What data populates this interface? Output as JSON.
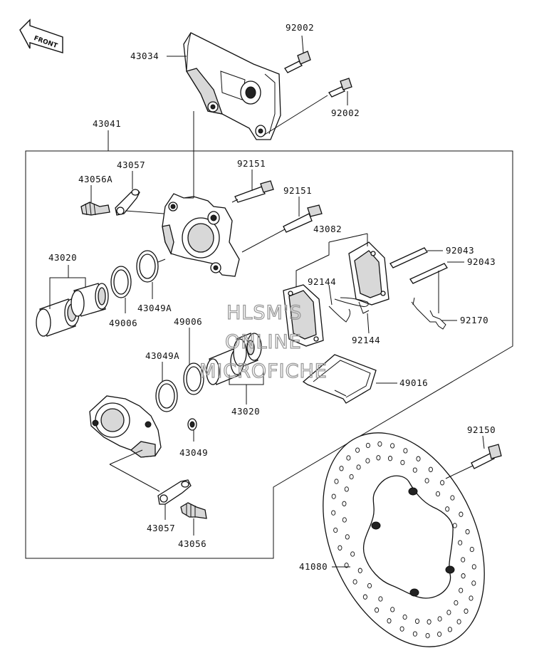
{
  "watermark": {
    "line1": "HLSM'S",
    "line2": "ONLINE",
    "line3": "MICROFICHE"
  },
  "front_badge": "FRONT",
  "labels": {
    "p92002a": "92002",
    "p43034": "43034",
    "p92002b": "92002",
    "p43041": "43041",
    "p43057a": "43057",
    "p43056A": "43056A",
    "p92151a": "92151",
    "p92151b": "92151",
    "p43082": "43082",
    "p43020a": "43020",
    "p92043a": "92043",
    "p92043b": "92043",
    "p92144a": "92144",
    "p43049Aa": "43049A",
    "p49006a": "49006",
    "p92144b": "92144",
    "p92170": "92170",
    "p49006b": "49006",
    "p43049Ab": "43049A",
    "p49016": "49016",
    "p43020b": "43020",
    "p43049": "43049",
    "p92150": "92150",
    "p43057b": "43057",
    "p43056": "43056",
    "p41080": "41080"
  }
}
